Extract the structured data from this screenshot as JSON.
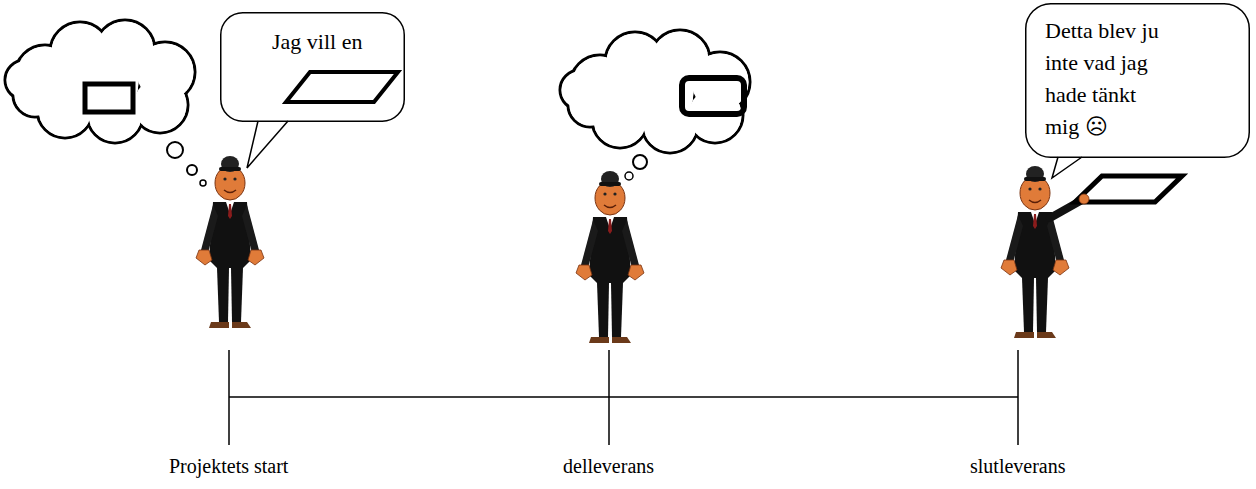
{
  "diagram": {
    "nodes": [
      {
        "text": [
          "Jag vill en"
        ]
      },
      {
        "text": [
          "Detta blev ju inte vad jag hade tänkt mig ☹"
        ]
      }
    ],
    "labels": [
      "Projektets start",
      "delleverans",
      "slutleverans"
    ]
  }
}
